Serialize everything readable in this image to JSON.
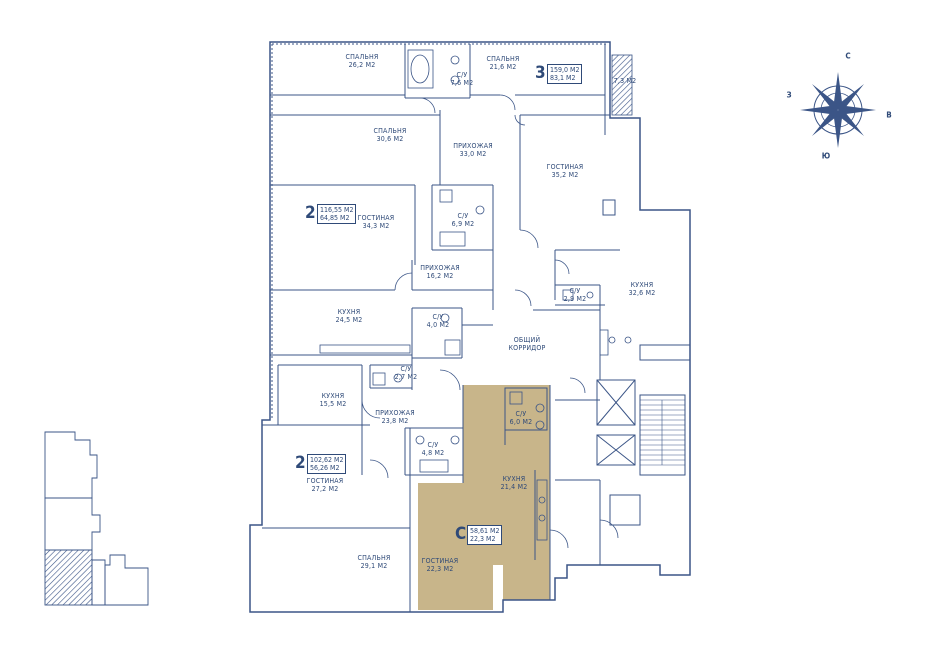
{
  "rooms": [
    {
      "id": "r1",
      "name": "СПАЛЬНЯ",
      "area": "26,2 М2"
    },
    {
      "id": "r2",
      "name": "С/У",
      "area": "7,6 М2"
    },
    {
      "id": "r3",
      "name": "СПАЛЬНЯ",
      "area": "21,6 М2"
    },
    {
      "id": "r4",
      "name": "",
      "area": "7,3 М2"
    },
    {
      "id": "r5",
      "name": "СПАЛЬНЯ",
      "area": "30,6 М2"
    },
    {
      "id": "r6",
      "name": "ПРИХОЖАЯ",
      "area": "33,0 М2"
    },
    {
      "id": "r7",
      "name": "ГОСТИНАЯ",
      "area": "35,2 М2"
    },
    {
      "id": "r8",
      "name": "ГОСТИНАЯ",
      "area": "34,3 М2"
    },
    {
      "id": "r9",
      "name": "С/У",
      "area": "6,9 М2"
    },
    {
      "id": "r10",
      "name": "ПРИХОЖАЯ",
      "area": "16,2 М2"
    },
    {
      "id": "r11",
      "name": "С/У",
      "area": "2,9 М2"
    },
    {
      "id": "r12",
      "name": "КУХНЯ",
      "area": "32,6 М2"
    },
    {
      "id": "r13",
      "name": "КУХНЯ",
      "area": "24,5 М2"
    },
    {
      "id": "r14",
      "name": "С/У",
      "area": "4,0 М2"
    },
    {
      "id": "r15",
      "name": "ОБЩИЙ",
      "area": "КОРРИДОР"
    },
    {
      "id": "r16",
      "name": "С/У",
      "area": "2,7 М2"
    },
    {
      "id": "r17",
      "name": "КУХНЯ",
      "area": "15,5 М2"
    },
    {
      "id": "r18",
      "name": "ПРИХОЖАЯ",
      "area": "23,8 М2"
    },
    {
      "id": "r19",
      "name": "С/У",
      "area": "6,0 М2"
    },
    {
      "id": "r20",
      "name": "С/У",
      "area": "4,8 М2"
    },
    {
      "id": "r21",
      "name": "КУХНЯ",
      "area": "21,4 М2"
    },
    {
      "id": "r22",
      "name": "ГОСТИНАЯ",
      "area": "27,2 М2"
    },
    {
      "id": "r23",
      "name": "СПАЛЬНЯ",
      "area": "29,1 М2"
    },
    {
      "id": "r24",
      "name": "ГОСТИНАЯ",
      "area": "22,3 М2"
    }
  ],
  "apartments": [
    {
      "id": "a3",
      "number": "3",
      "total": "159,0 М2",
      "living": "83,1 М2"
    },
    {
      "id": "a2top",
      "number": "2",
      "total": "116,55 М2",
      "living": "64,85 М2"
    },
    {
      "id": "a2bot",
      "number": "2",
      "total": "102,62 М2",
      "living": "56,26 М2"
    },
    {
      "id": "aC",
      "number": "С",
      "total": "58,61 М2",
      "living": "22,3 М2"
    }
  ],
  "compass": {
    "n": "С",
    "s": "Ю",
    "e": "В",
    "w": "З"
  },
  "colors": {
    "line": "#3b5587",
    "highlight": "#c8b58a",
    "text": "#2f4a78"
  }
}
